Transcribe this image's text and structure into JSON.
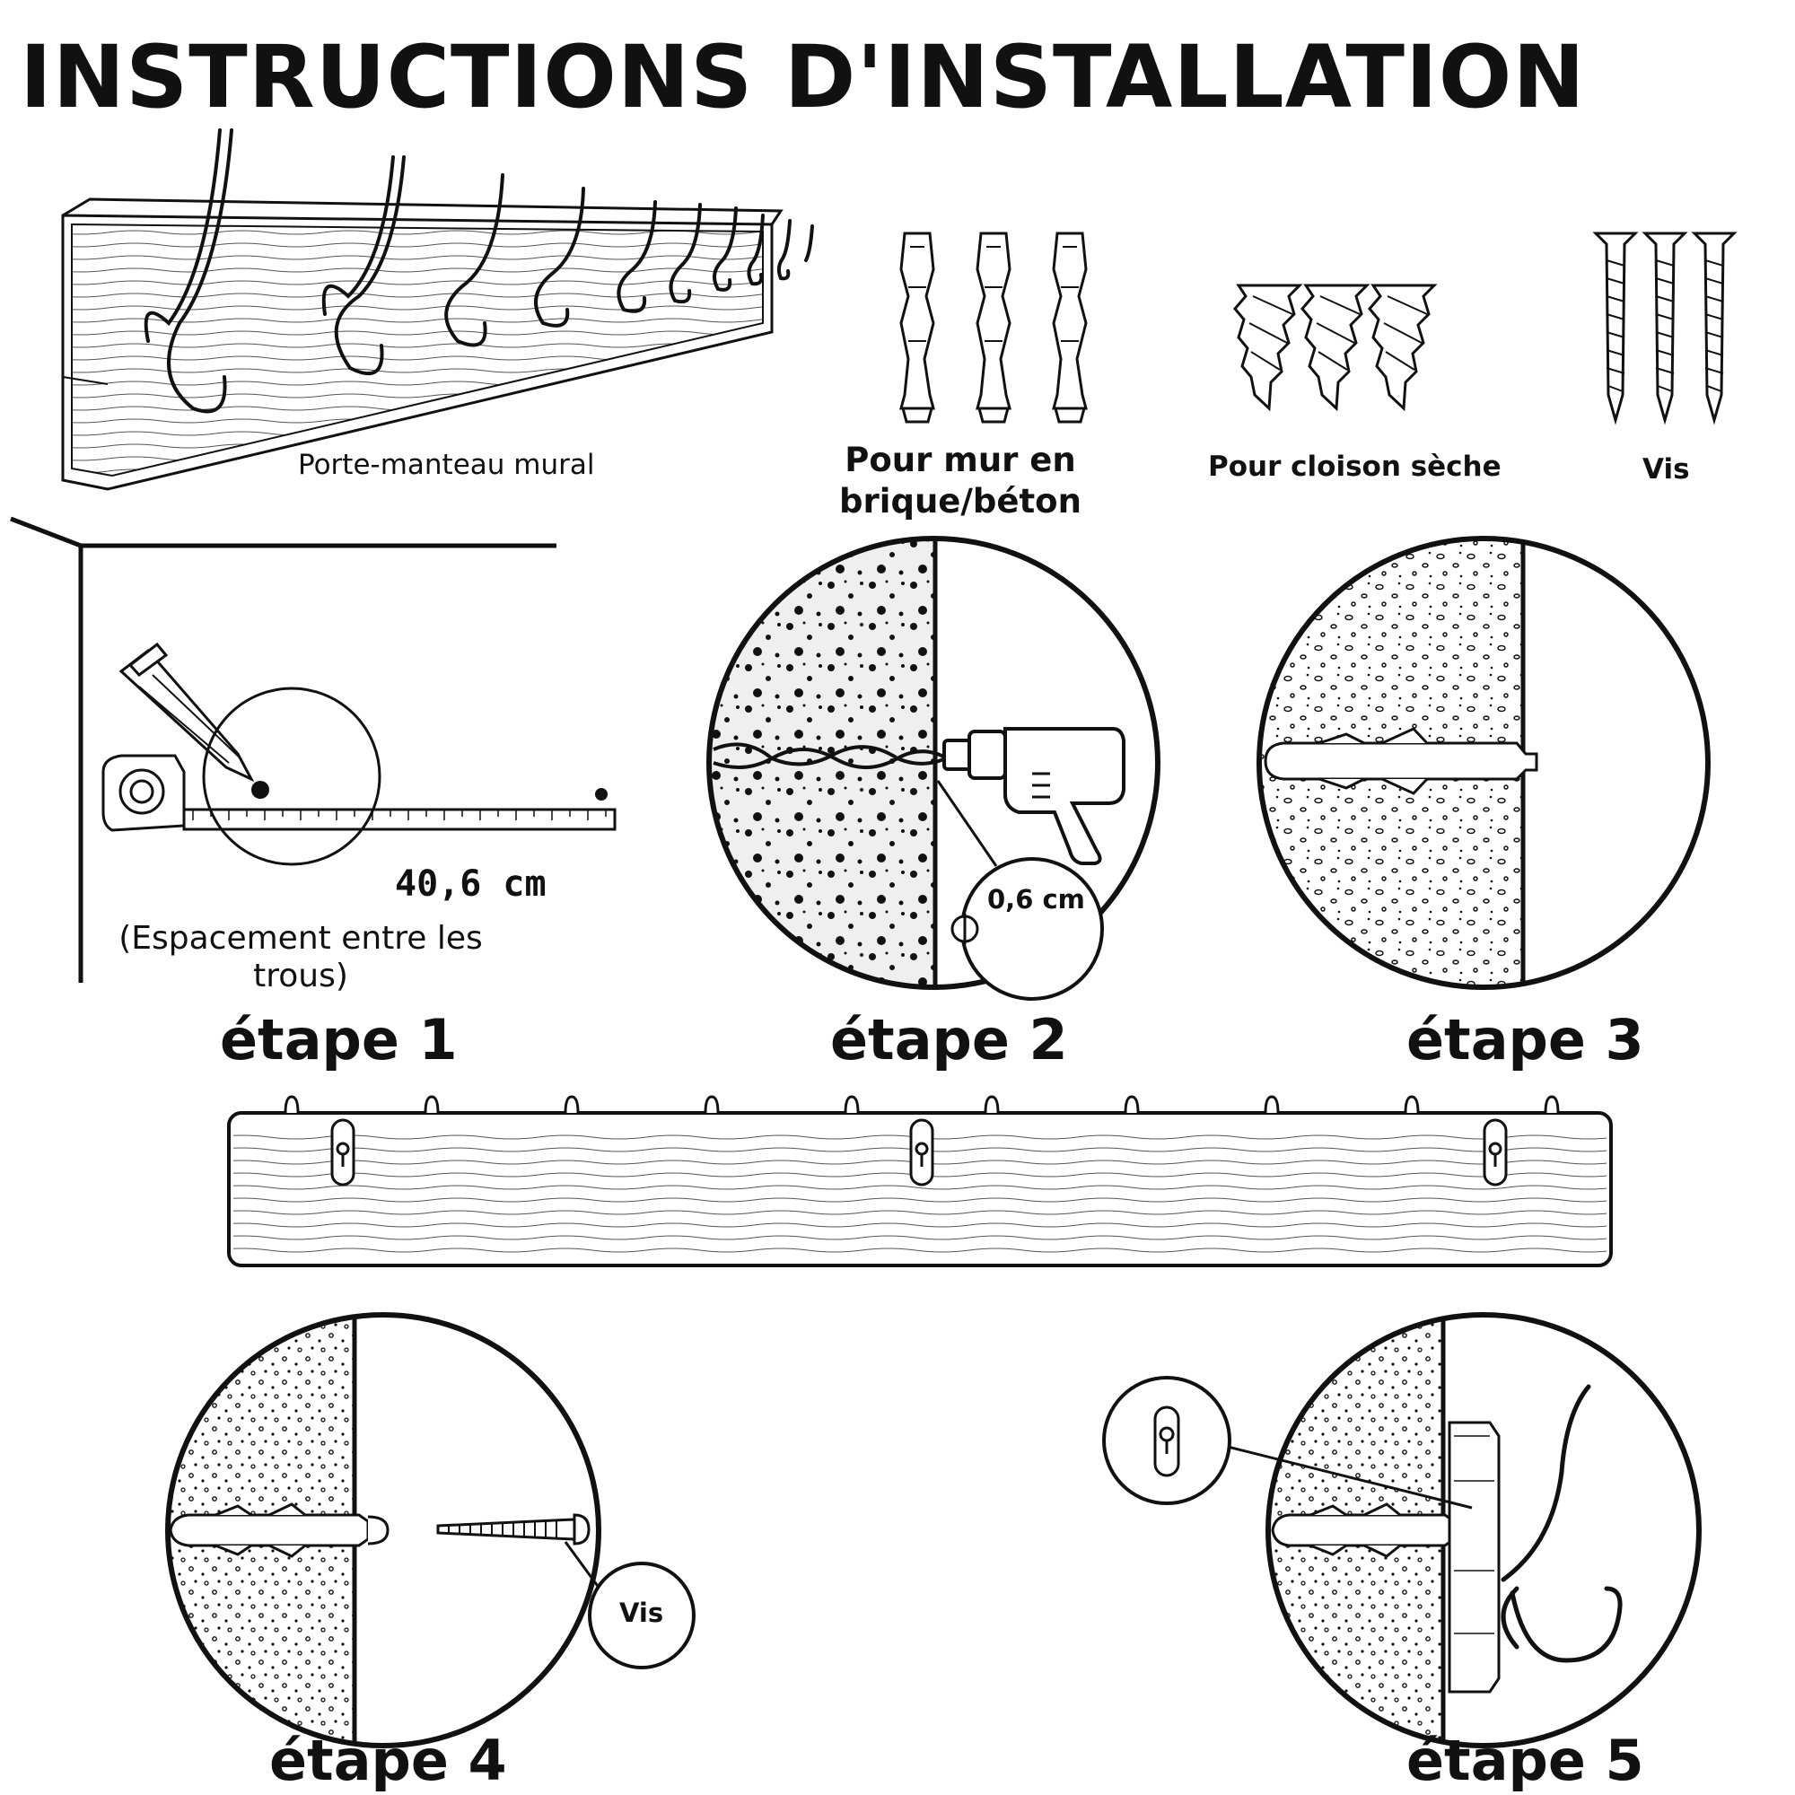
{
  "title": "INSTRUCTIONS D'INSTALLATION",
  "parts": {
    "rack_label": "Porte-manteau mural",
    "brick_anchor_label_line1": "Pour mur en",
    "brick_anchor_label_line2": "brique/béton",
    "drywall_anchor_label": "Pour cloison sèche",
    "screws_label": "Vis"
  },
  "step1": {
    "label": "étape 1",
    "spacing_value": "40,6 cm",
    "spacing_note_line1": "(Espacement entre les",
    "spacing_note_line2": "trous)"
  },
  "step2": {
    "label": "étape 2",
    "drill_size": "0,6 cm"
  },
  "step3": {
    "label": "étape 3"
  },
  "step4": {
    "label": "étape 4",
    "screw_callout": "Vis"
  },
  "step5": {
    "label": "étape 5"
  },
  "colors": {
    "ink": "#111111",
    "wood_fill": "#ffffff",
    "wall_dots": "#111111"
  }
}
